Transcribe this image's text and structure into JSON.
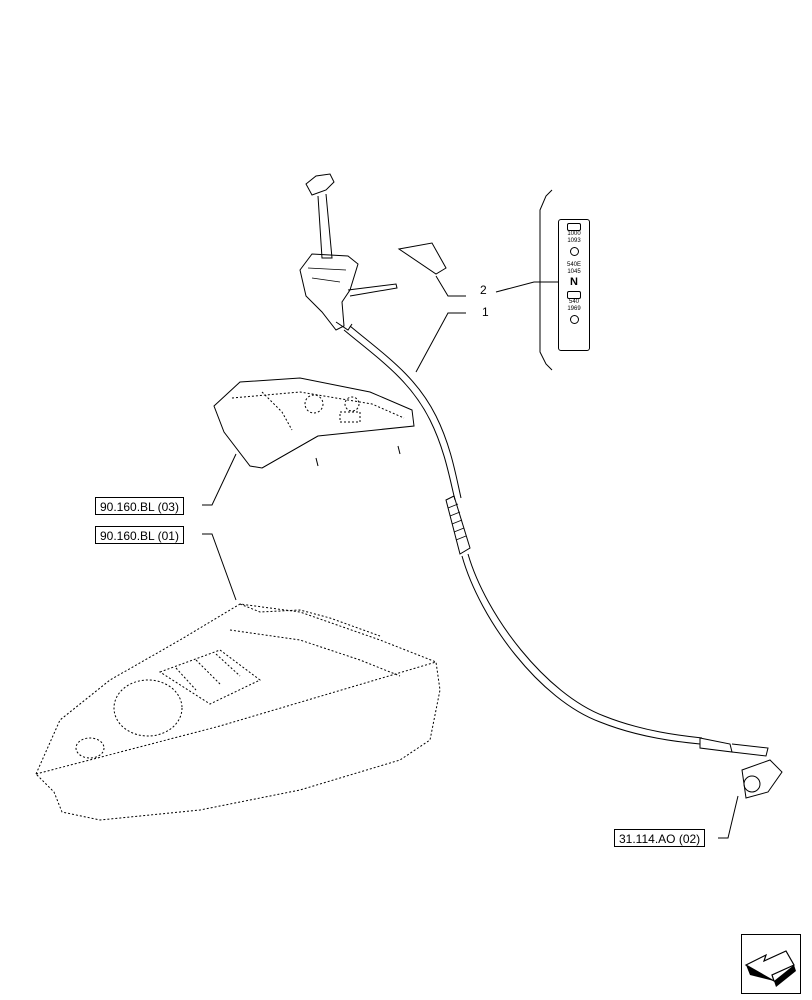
{
  "callouts": {
    "item_1": "1",
    "item_2": "2"
  },
  "references": {
    "ref_cover": "90.160.BL (03)",
    "ref_console": "90.160.BL (01)",
    "ref_bracket": "31.114.AO (02)"
  },
  "decal": {
    "line_a1": "1000",
    "line_a2": "1093",
    "line_b1": "540E",
    "line_b2": "1045",
    "line_n": "N",
    "line_c1": "540",
    "line_c2": "1969"
  },
  "icons": {
    "navigation": "next-page-arrow-icon"
  }
}
